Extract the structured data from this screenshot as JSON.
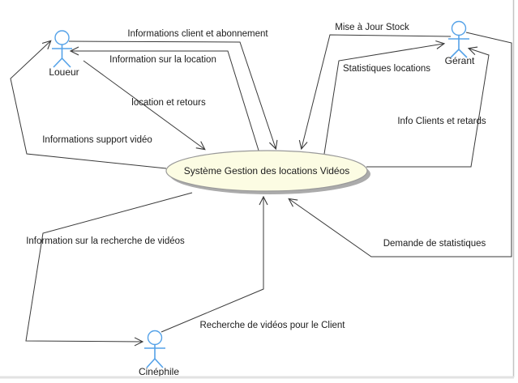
{
  "diagram": {
    "type": "uml-use-case",
    "system": {
      "label": "Système Gestion des locations Vidéos"
    },
    "actors": [
      {
        "id": "loueur",
        "label": "Loueur"
      },
      {
        "id": "gerant",
        "label": "Gérant"
      },
      {
        "id": "cinephile",
        "label": "Cinéphile"
      }
    ],
    "edges": [
      {
        "label": "Informations client et abonnement",
        "from": "loueur",
        "to": "system"
      },
      {
        "label": "Information sur la location",
        "from": "system",
        "to": "loueur"
      },
      {
        "label": "location et retours",
        "from": "loueur",
        "to": "system"
      },
      {
        "label": "Informations support vidéo",
        "from": "system",
        "to": "loueur"
      },
      {
        "label": "Mise à Jour Stock",
        "from": "gerant",
        "to": "system"
      },
      {
        "label": "Statistiques locations",
        "from": "system",
        "to": "gerant"
      },
      {
        "label": "Info Clients et retards",
        "from": "system",
        "to": "gerant"
      },
      {
        "label": "Demande de statistiques",
        "from": "gerant",
        "to": "system"
      },
      {
        "label": "Information sur la recherche de vidéos",
        "from": "system",
        "to": "cinephile"
      },
      {
        "label": "Recherche de vidéos pour le Client",
        "from": "cinephile",
        "to": "system"
      }
    ],
    "colors": {
      "actor_stroke": "#55a2e8",
      "edge_stroke": "#3a3a3a",
      "system_fill": "#fcfce3",
      "system_border": "#999999",
      "system_shadow": "#ababab",
      "frame_right": "#c4c4c4",
      "frame_bottom": "#e2e2e2"
    }
  }
}
